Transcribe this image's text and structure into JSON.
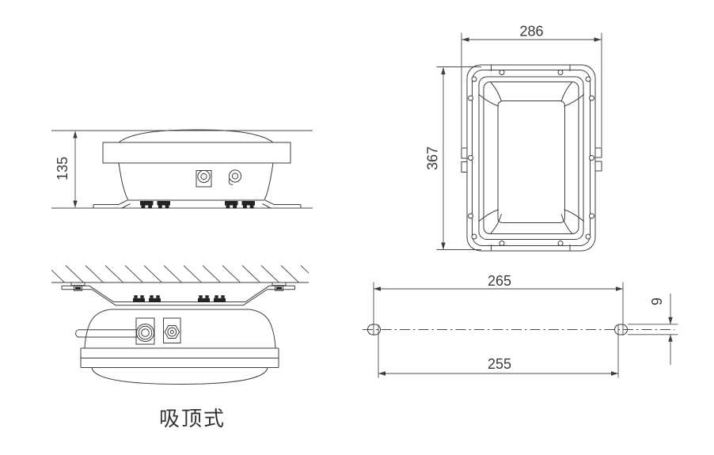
{
  "colors": {
    "background": "#ffffff",
    "line": "#3d3d3d",
    "text": "#3a3a3a",
    "terminal_block_fill": "#232323"
  },
  "label": {
    "mount_type": "吸顶式"
  },
  "dimensions": {
    "side_view_height": "135",
    "plan_view_width": "286",
    "plan_view_height": "367",
    "mount_hole_spacing_outer": "265",
    "mount_hole_spacing_inner": "255",
    "mount_slot_width": "9"
  }
}
